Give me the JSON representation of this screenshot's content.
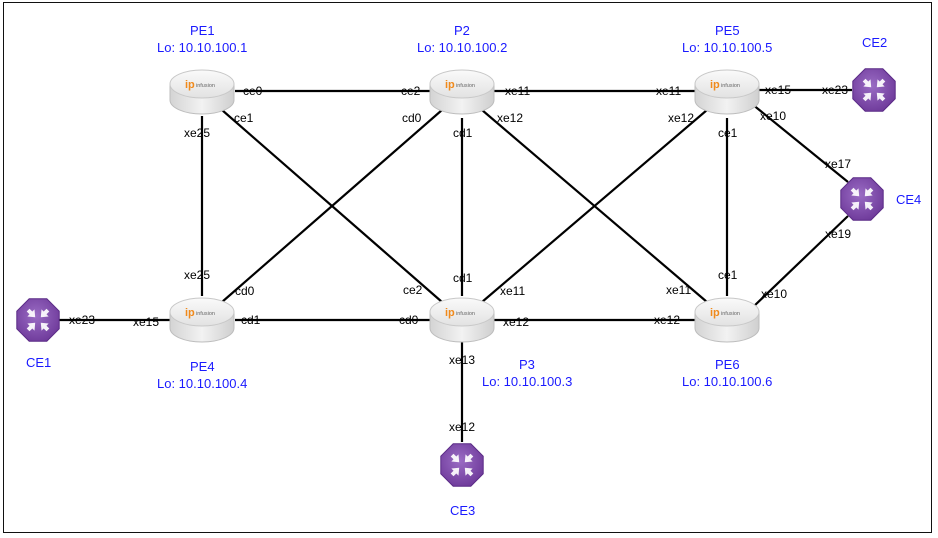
{
  "colors": {
    "link": "#000000",
    "label_blue": "#1a1aff",
    "router_body": "#e9e9e9",
    "ce_fill": "#7d4aa8",
    "logo_orange": "#f08a1c"
  },
  "routers": [
    {
      "id": "PE1",
      "name": "PE1",
      "lo": "Lo: 10.10.100.1",
      "logo": "ipinfusion"
    },
    {
      "id": "P2",
      "name": "P2",
      "lo": "Lo: 10.10.100.2",
      "logo": "ipinfusion"
    },
    {
      "id": "PE5",
      "name": "PE5",
      "lo": "Lo: 10.10.100.5",
      "logo": "ipinfusion"
    },
    {
      "id": "PE4",
      "name": "PE4",
      "lo": "Lo: 10.10.100.4",
      "logo": "ipinfusion"
    },
    {
      "id": "P3",
      "name": "P3",
      "lo": "Lo: 10.10.100.3",
      "logo": "ipinfusion"
    },
    {
      "id": "PE6",
      "name": "PE6",
      "lo": "Lo: 10.10.100.6",
      "logo": "ipinfusion"
    }
  ],
  "ces": [
    {
      "id": "CE1",
      "name": "CE1",
      "icon": "ce-router-icon"
    },
    {
      "id": "CE2",
      "name": "CE2",
      "icon": "ce-router-icon"
    },
    {
      "id": "CE3",
      "name": "CE3",
      "icon": "ce-router-icon"
    },
    {
      "id": "CE4",
      "name": "CE4",
      "icon": "ce-router-icon"
    }
  ],
  "links": [
    {
      "id": "pe1-p2",
      "a": "PE1",
      "b": "P2",
      "a_port": "ce0",
      "b_port": "ce2"
    },
    {
      "id": "p2-pe5",
      "a": "P2",
      "b": "PE5",
      "a_port": "xe11",
      "b_port": "xe11"
    },
    {
      "id": "pe1-pe4",
      "a": "PE1",
      "b": "PE4",
      "a_port": "xe25",
      "b_port": "xe25"
    },
    {
      "id": "pe1-p3",
      "a": "PE1",
      "b": "P3",
      "a_port": "ce1",
      "b_port": "ce2"
    },
    {
      "id": "p2-pe4",
      "a": "P2",
      "b": "PE4",
      "a_port": "cd0",
      "b_port": "cd0"
    },
    {
      "id": "p2-p3",
      "a": "P2",
      "b": "P3",
      "a_port": "cd1",
      "b_port": "cd1"
    },
    {
      "id": "p2-pe6",
      "a": "P2",
      "b": "PE6",
      "a_port": "xe12",
      "b_port": "xe11"
    },
    {
      "id": "pe5-p3",
      "a": "PE5",
      "b": "P3",
      "a_port": "xe12",
      "b_port": "xe11"
    },
    {
      "id": "pe5-pe6",
      "a": "PE5",
      "b": "PE6",
      "a_port": "ce1",
      "b_port": "ce1"
    },
    {
      "id": "pe4-p3",
      "a": "PE4",
      "b": "P3",
      "a_port": "cd1",
      "b_port": "cd0"
    },
    {
      "id": "p3-pe6",
      "a": "P3",
      "b": "PE6",
      "a_port": "xe12",
      "b_port": "xe12"
    },
    {
      "id": "ce1-pe4",
      "a": "CE1",
      "b": "PE4",
      "a_port": "xe23",
      "b_port": "xe15"
    },
    {
      "id": "pe5-ce2",
      "a": "PE5",
      "b": "CE2",
      "a_port": "xe15",
      "b_port": "xe23"
    },
    {
      "id": "pe5-ce4",
      "a": "PE5",
      "b": "CE4",
      "a_port": "xe10",
      "b_port": "xe17"
    },
    {
      "id": "ce4-pe6",
      "a": "CE4",
      "b": "PE6",
      "a_port": "xe19",
      "b_port": "xe10"
    },
    {
      "id": "p3-ce3",
      "a": "P3",
      "b": "CE3",
      "a_port": "xe13",
      "b_port": "xe12"
    }
  ]
}
